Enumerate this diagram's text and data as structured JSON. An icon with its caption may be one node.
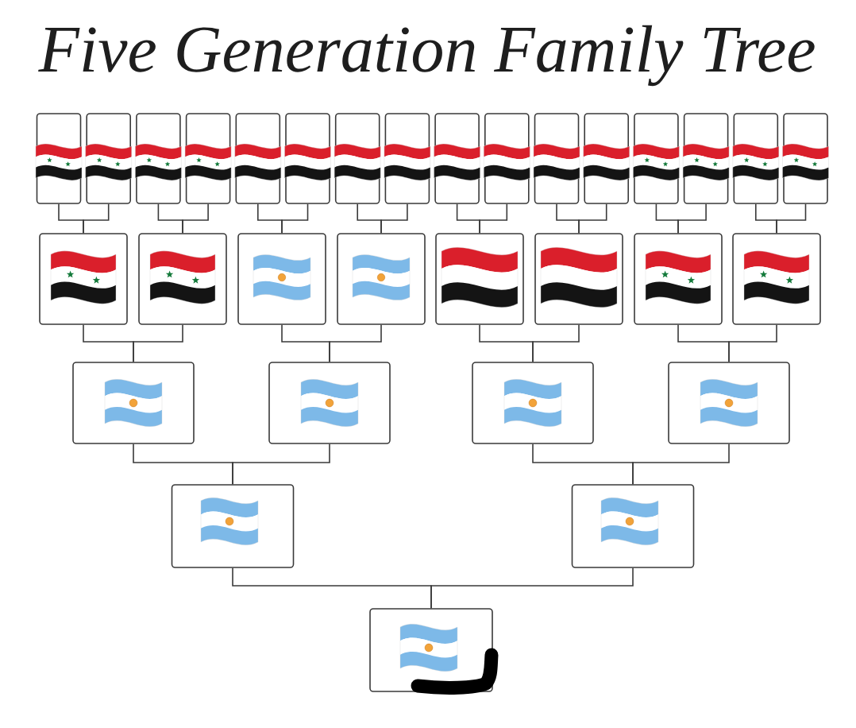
{
  "diagram": {
    "title": "Five Generation Family Tree",
    "nodes": [
      {
        "text": [],
        "shape": "box"
      },
      {
        "text": [],
        "shape": "box"
      },
      {
        "text": [],
        "shape": "box"
      },
      {
        "text": [],
        "shape": "box"
      },
      {
        "text": [],
        "shape": "box"
      },
      {
        "text": [],
        "shape": "box"
      },
      {
        "text": [],
        "shape": "box"
      },
      {
        "text": [],
        "shape": "box"
      },
      {
        "text": [],
        "shape": "box"
      },
      {
        "text": [],
        "shape": "box"
      },
      {
        "text": [],
        "shape": "box"
      },
      {
        "text": [],
        "shape": "box"
      },
      {
        "text": [],
        "shape": "box"
      },
      {
        "text": [],
        "shape": "box"
      },
      {
        "text": [],
        "shape": "box"
      },
      {
        "text": [],
        "shape": "box"
      },
      {
        "text": [],
        "shape": "box"
      },
      {
        "text": [],
        "shape": "box"
      },
      {
        "text": [],
        "shape": "box"
      },
      {
        "text": [],
        "shape": "box"
      },
      {
        "text": [],
        "shape": "box"
      },
      {
        "text": [],
        "shape": "box"
      },
      {
        "text": [],
        "shape": "box"
      },
      {
        "text": [],
        "shape": "box"
      },
      {
        "text": [],
        "shape": "box"
      },
      {
        "text": [],
        "shape": "box"
      },
      {
        "text": [],
        "shape": "box"
      },
      {
        "text": [],
        "shape": "box"
      },
      {
        "text": [],
        "shape": "box"
      },
      {
        "text": [],
        "shape": "box"
      },
      {
        "text": [],
        "shape": "box"
      }
    ],
    "edges": [
      {
        "from": 0,
        "to": 16,
        "arrow": "none"
      },
      {
        "from": 1,
        "to": 16,
        "arrow": "none"
      },
      {
        "from": 2,
        "to": 17,
        "arrow": "none"
      },
      {
        "from": 3,
        "to": 17,
        "arrow": "none"
      },
      {
        "from": 4,
        "to": 18,
        "arrow": "none"
      },
      {
        "from": 5,
        "to": 18,
        "arrow": "none"
      },
      {
        "from": 6,
        "to": 19,
        "arrow": "none"
      },
      {
        "from": 7,
        "to": 19,
        "arrow": "none"
      },
      {
        "from": 8,
        "to": 20,
        "arrow": "none"
      },
      {
        "from": 9,
        "to": 20,
        "arrow": "none"
      },
      {
        "from": 10,
        "to": 21,
        "arrow": "none"
      },
      {
        "from": 11,
        "to": 21,
        "arrow": "none"
      },
      {
        "from": 12,
        "to": 22,
        "arrow": "none"
      },
      {
        "from": 13,
        "to": 22,
        "arrow": "none"
      },
      {
        "from": 14,
        "to": 23,
        "arrow": "none"
      },
      {
        "from": 15,
        "to": 23,
        "arrow": "none"
      },
      {
        "from": 16,
        "to": 24,
        "arrow": "none"
      },
      {
        "from": 17,
        "to": 24,
        "arrow": "none"
      },
      {
        "from": 18,
        "to": 25,
        "arrow": "none"
      },
      {
        "from": 19,
        "to": 25,
        "arrow": "none"
      },
      {
        "from": 20,
        "to": 26,
        "arrow": "none"
      },
      {
        "from": 21,
        "to": 26,
        "arrow": "none"
      },
      {
        "from": 22,
        "to": 27,
        "arrow": "none"
      },
      {
        "from": 23,
        "to": 27,
        "arrow": "none"
      },
      {
        "from": 24,
        "to": 28,
        "arrow": "none"
      },
      {
        "from": 25,
        "to": 28,
        "arrow": "none"
      },
      {
        "from": 26,
        "to": 29,
        "arrow": "none"
      },
      {
        "from": 27,
        "to": 29,
        "arrow": "none"
      },
      {
        "from": 28,
        "to": 30,
        "arrow": "none"
      },
      {
        "from": 29,
        "to": 30,
        "arrow": "none"
      }
    ]
  }
}
